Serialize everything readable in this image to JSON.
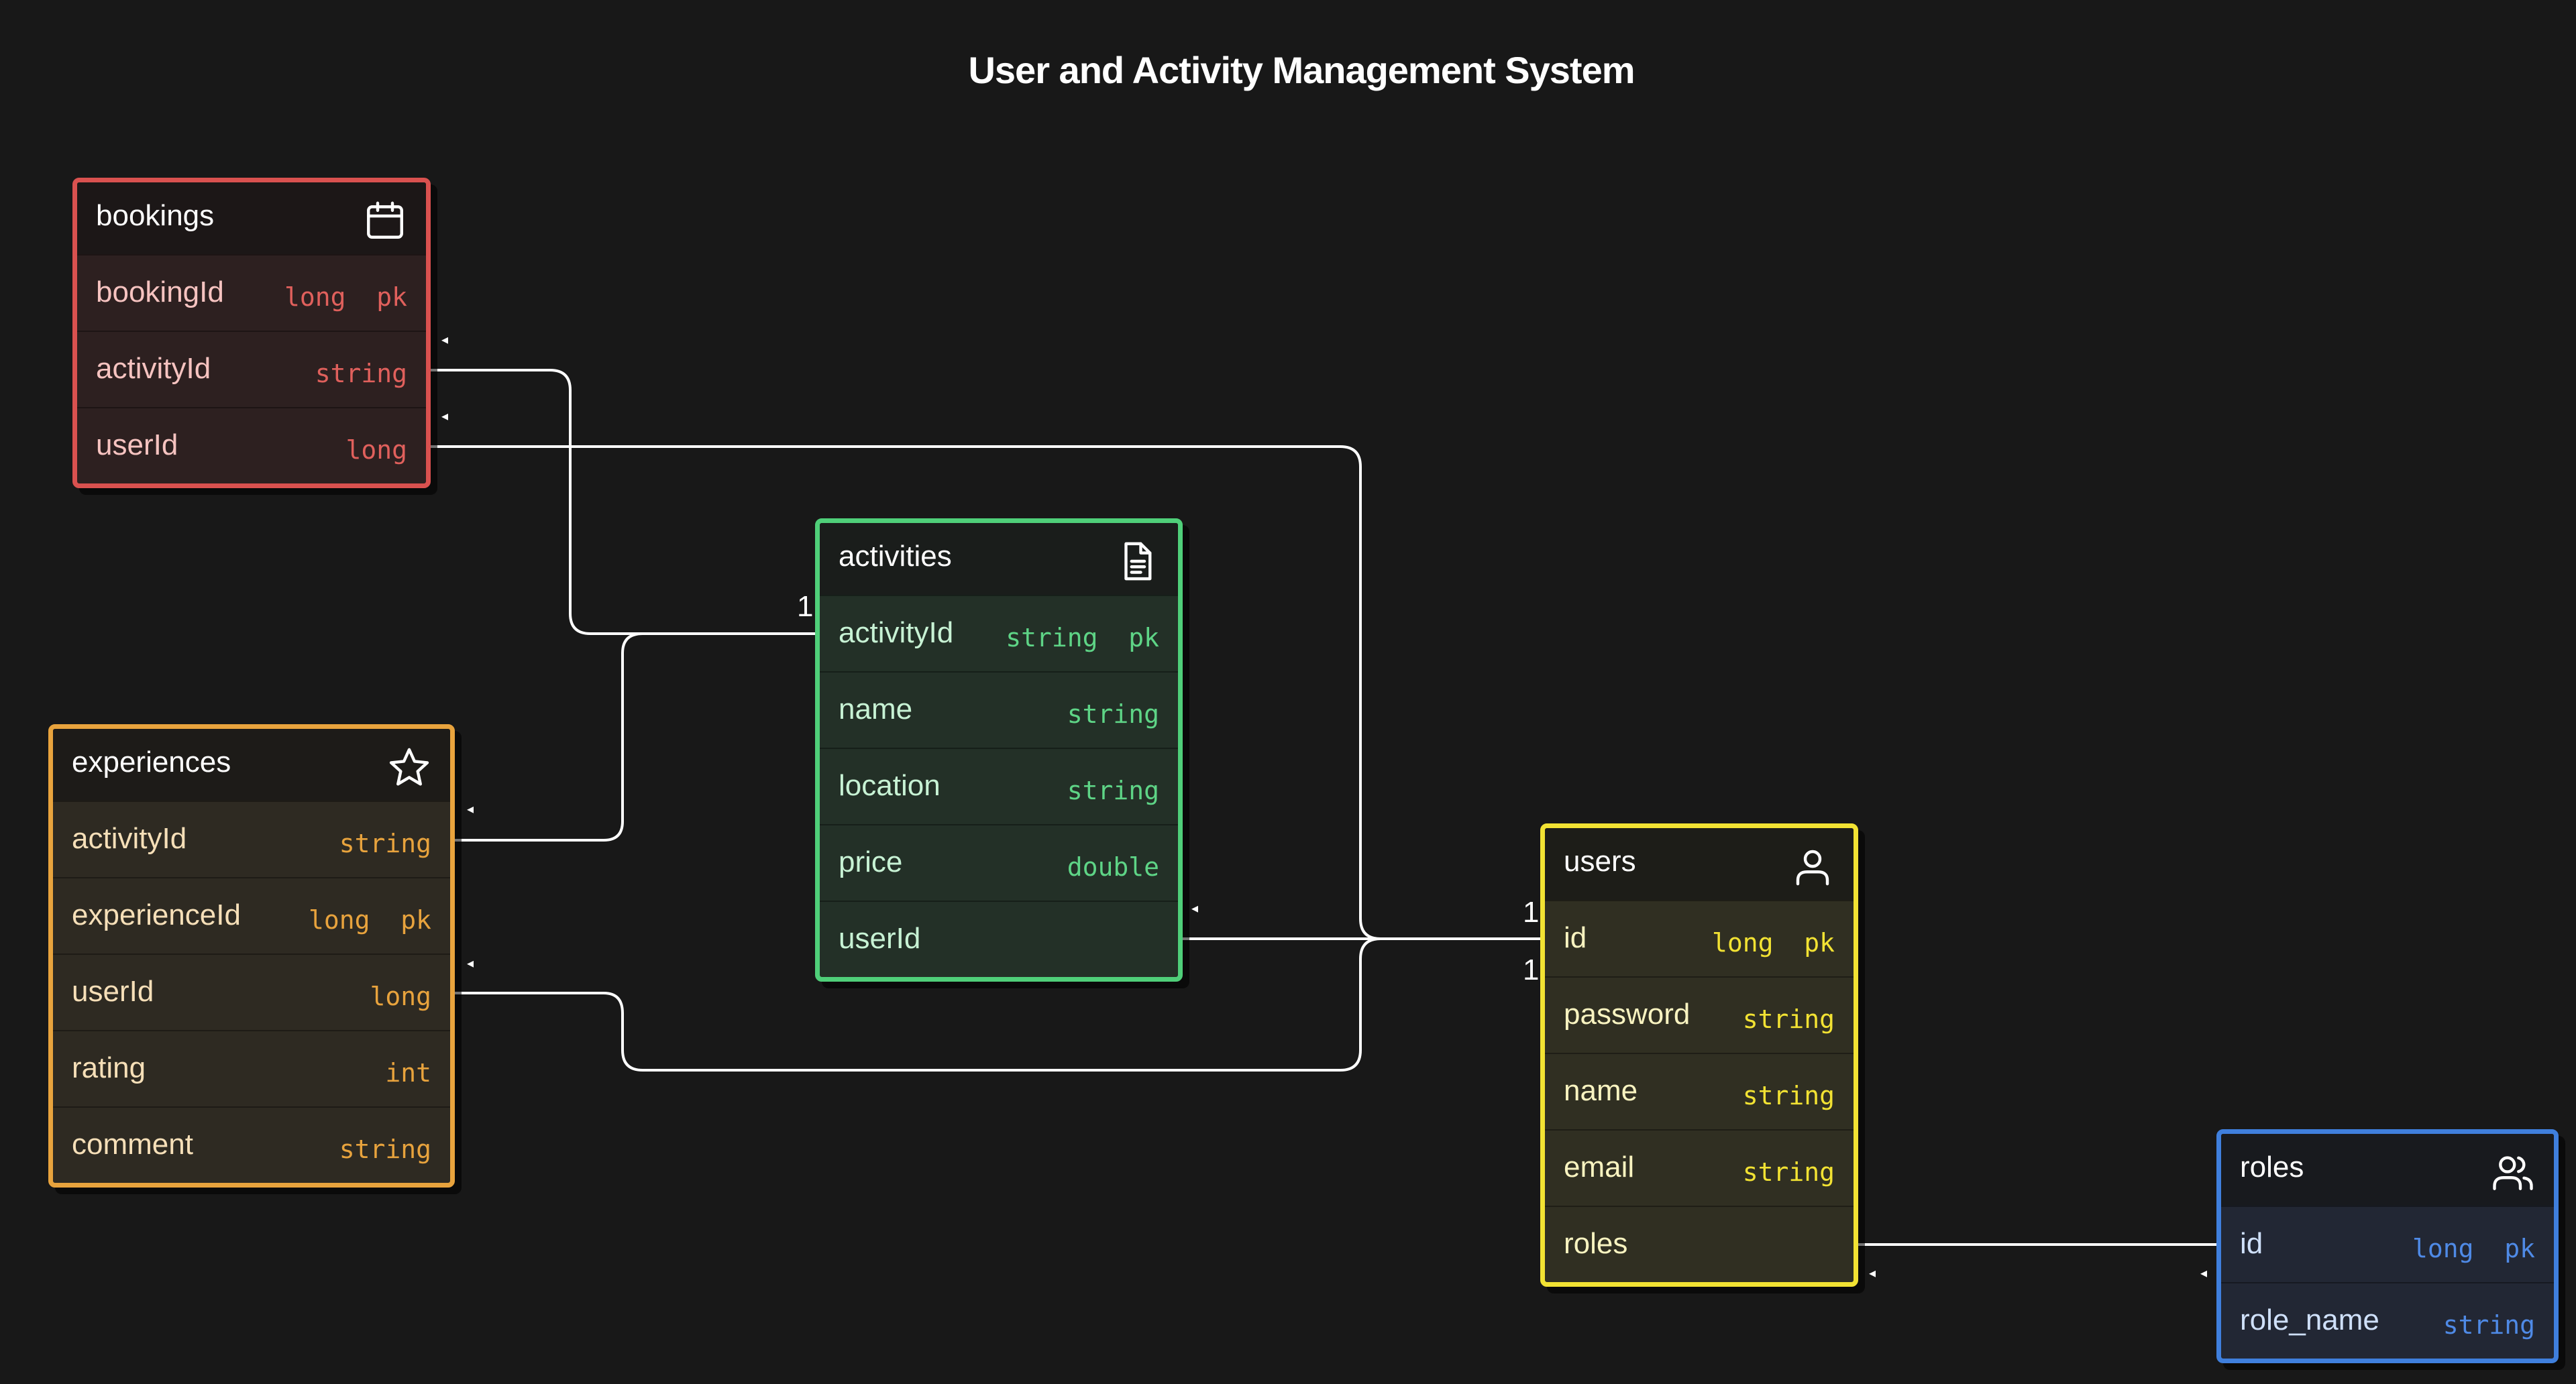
{
  "title": "User and Activity Management System",
  "colors": {
    "bookings": "#d9514f",
    "activities": "#4fcf79",
    "experiences": "#e8a33d",
    "users": "#f2e233",
    "roles": "#3f7fdd",
    "background": "#181818",
    "line": "#ffffff"
  },
  "tables": {
    "bookings": {
      "name": "bookings",
      "icon": "calendar-icon",
      "fields": [
        {
          "name": "bookingId",
          "type": "long  pk"
        },
        {
          "name": "activityId",
          "type": "string"
        },
        {
          "name": "userId",
          "type": "long"
        }
      ]
    },
    "activities": {
      "name": "activities",
      "icon": "document-icon",
      "fields": [
        {
          "name": "activityId",
          "type": "string  pk"
        },
        {
          "name": "name",
          "type": "string"
        },
        {
          "name": "location",
          "type": "string"
        },
        {
          "name": "price",
          "type": "double"
        },
        {
          "name": "userId",
          "type": ""
        }
      ]
    },
    "experiences": {
      "name": "experiences",
      "icon": "star-icon",
      "fields": [
        {
          "name": "activityId",
          "type": "string"
        },
        {
          "name": "experienceId",
          "type": "long  pk"
        },
        {
          "name": "userId",
          "type": "long"
        },
        {
          "name": "rating",
          "type": "int"
        },
        {
          "name": "comment",
          "type": "string"
        }
      ]
    },
    "users": {
      "name": "users",
      "icon": "user-icon",
      "fields": [
        {
          "name": "id",
          "type": "long  pk"
        },
        {
          "name": "password",
          "type": "string"
        },
        {
          "name": "name",
          "type": "string"
        },
        {
          "name": "email",
          "type": "string"
        },
        {
          "name": "roles",
          "type": ""
        }
      ]
    },
    "roles": {
      "name": "roles",
      "icon": "users-icon",
      "fields": [
        {
          "name": "id",
          "type": "long  pk"
        },
        {
          "name": "role_name",
          "type": "string"
        }
      ]
    }
  },
  "cardinality": {
    "activities_pk_a": "1",
    "activities_pk_b": "1",
    "users_pk_a": "1",
    "users_pk_b": "1",
    "users_pk_c": "1"
  }
}
